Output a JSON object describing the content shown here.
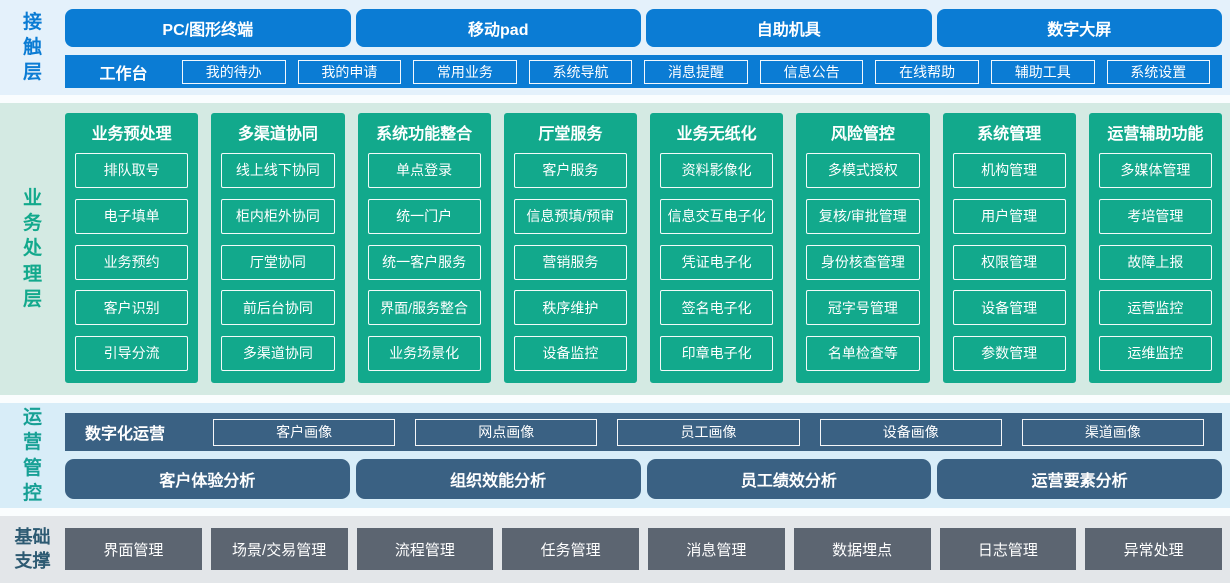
{
  "colors": {
    "blue": "#0b7cd4",
    "blue_band_bg": "#e4f1fb",
    "green": "#12a98c",
    "green_band_bg": "#d4eae3",
    "slate_blue": "#3a6183",
    "slate_band_bg": "#d8edf8",
    "gray": "#5c6571",
    "gray_band_bg": "#e3e6e9"
  },
  "contact": {
    "label": "接\n触\n层",
    "terminals": [
      "PC/图形终端",
      "移动pad",
      "自助机具",
      "数字大屏"
    ],
    "workbench": {
      "label": "工作台",
      "items": [
        "我的待办",
        "我的申请",
        "常用业务",
        "系统导航",
        "消息提醒",
        "信息公告",
        "在线帮助",
        "辅助工具",
        "系统设置"
      ]
    }
  },
  "business": {
    "label": "业\n务\n处\n理\n层",
    "columns": [
      {
        "title": "业务预处理",
        "items": [
          "排队取号",
          "电子填单",
          "业务预约",
          "客户识别",
          "引导分流"
        ]
      },
      {
        "title": "多渠道协同",
        "items": [
          "线上线下协同",
          "柜内柜外协同",
          "厅堂协同",
          "前后台协同",
          "多渠道协同"
        ]
      },
      {
        "title": "系统功能整合",
        "items": [
          "单点登录",
          "统一门户",
          "统一客户服务",
          "界面/服务整合",
          "业务场景化"
        ]
      },
      {
        "title": "厅堂服务",
        "items": [
          "客户服务",
          "信息预填/预审",
          "营销服务",
          "秩序维护",
          "设备监控"
        ]
      },
      {
        "title": "业务无纸化",
        "items": [
          "资料影像化",
          "信息交互电子化",
          "凭证电子化",
          "签名电子化",
          "印章电子化"
        ]
      },
      {
        "title": "风险管控",
        "items": [
          "多模式授权",
          "复核/审批管理",
          "身份核查管理",
          "冠字号管理",
          "名单检查等"
        ]
      },
      {
        "title": "系统管理",
        "items": [
          "机构管理",
          "用户管理",
          "权限管理",
          "设备管理",
          "参数管理"
        ]
      },
      {
        "title": "运营辅助功能",
        "items": [
          "多媒体管理",
          "考培管理",
          "故障上报",
          "运营监控",
          "运维监控"
        ]
      }
    ]
  },
  "operations": {
    "label": "运\n营\n管\n控",
    "digital": {
      "label": "数字化运营",
      "items": [
        "客户画像",
        "网点画像",
        "员工画像",
        "设备画像",
        "渠道画像"
      ]
    },
    "analysis": [
      "客户体验分析",
      "组织效能分析",
      "员工绩效分析",
      "运营要素分析"
    ]
  },
  "foundation": {
    "label": "基础\n支撑",
    "items": [
      "界面管理",
      "场景/交易管理",
      "流程管理",
      "任务管理",
      "消息管理",
      "数据埋点",
      "日志管理",
      "异常处理"
    ]
  }
}
